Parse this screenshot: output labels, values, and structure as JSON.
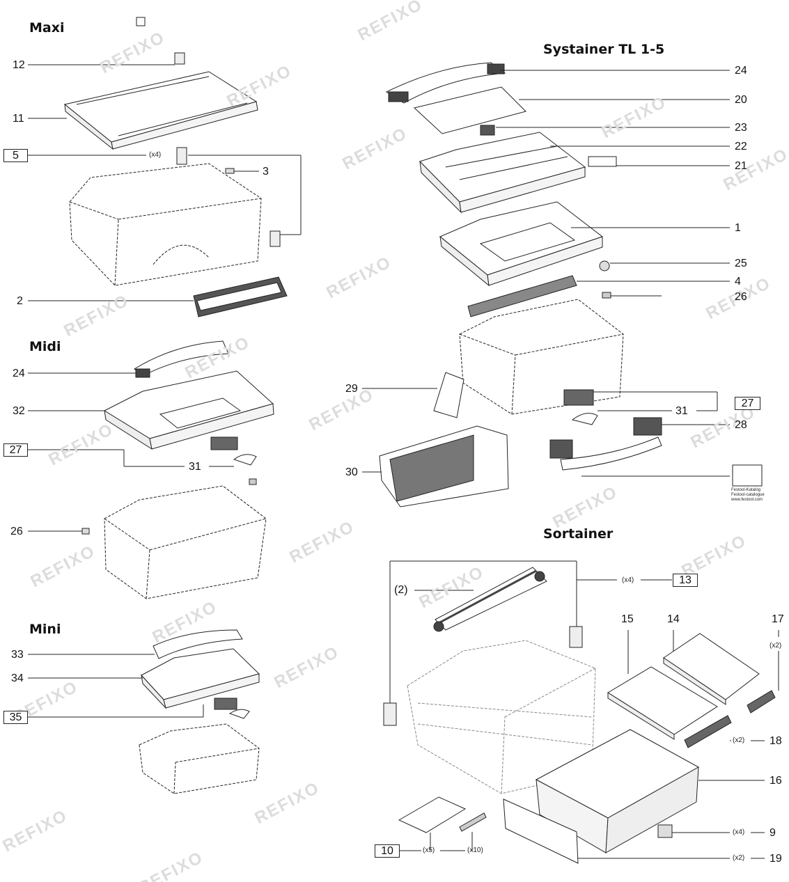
{
  "sections": {
    "maxi": "Maxi",
    "midi": "Midi",
    "mini": "Mini",
    "tl": "Systainer TL 1-5",
    "sortainer": "Sortainer"
  },
  "watermark": "REFIXO",
  "catalogue": {
    "line1": "Festool-Katalog",
    "line2": "Festool-catalogue",
    "line3": "www.festool.com"
  },
  "labels": {
    "maxi_12": "12",
    "maxi_11": "11",
    "maxi_5": "5",
    "maxi_x4": "(x4)",
    "maxi_3": "3",
    "maxi_2": "2",
    "midi_24": "24",
    "midi_32": "32",
    "midi_27": "27",
    "midi_31": "31",
    "midi_26": "26",
    "mini_33": "33",
    "mini_34": "34",
    "mini_35": "35",
    "tl_24": "24",
    "tl_20": "20",
    "tl_23": "23",
    "tl_22": "22",
    "tl_21": "21",
    "tl_1": "1",
    "tl_25": "25",
    "tl_4": "4",
    "tl_26": "26",
    "tl_29": "29",
    "tl_27": "27",
    "tl_31": "31",
    "tl_28": "28",
    "tl_30": "30",
    "s_2": "(2)",
    "s_x4a": "(x4)",
    "s_13": "13",
    "s_15": "15",
    "s_14": "14",
    "s_17": "17",
    "s_x2a": "(x2)",
    "s_x2b": "(x2)",
    "s_18": "18",
    "s_16": "16",
    "s_x4b": "(x4)",
    "s_9": "9",
    "s_10": "10",
    "s_x5": "(x5)",
    "s_x10": "(x10)",
    "s_x2c": "(x2)",
    "s_19": "19"
  }
}
